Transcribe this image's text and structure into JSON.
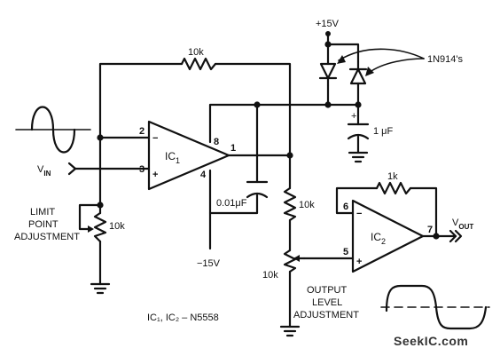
{
  "labels": {
    "r_feedback": "10k",
    "supply_pos": "+15V",
    "diodes": "1N914's",
    "cap_supply": "1 μF",
    "cap_out": "0.01μF",
    "r_divider": "10k",
    "supply_neg": "−15V",
    "vin": "V",
    "vin_sub": "IN",
    "limit_line1": "LIMIT",
    "limit_line2": "POINT",
    "limit_line3": "ADJUSTMENT",
    "r_limit": "10k",
    "r_ic2_feedback": "1k",
    "vout": "V",
    "vout_sub": "OUT",
    "r_output_pot": "10k",
    "output_line1": "OUTPUT",
    "output_line2": "LEVEL",
    "output_line3": "ADJUSTMENT",
    "ic_note": "IC₁, IC₂ – N5558",
    "watermark": "SeekIC.com"
  },
  "ic1": {
    "name": "IC",
    "sub": "1",
    "pin_inv": "2",
    "pin_noninv": "3",
    "pin_out": "1",
    "pin_vpos": "8",
    "pin_vneg": "4",
    "sign_inv": "−",
    "sign_noninv": "+"
  },
  "ic2": {
    "name": "IC",
    "sub": "2",
    "pin_inv": "6",
    "pin_noninv": "5",
    "pin_out": "7",
    "sign_inv": "−",
    "sign_noninv": "+"
  }
}
